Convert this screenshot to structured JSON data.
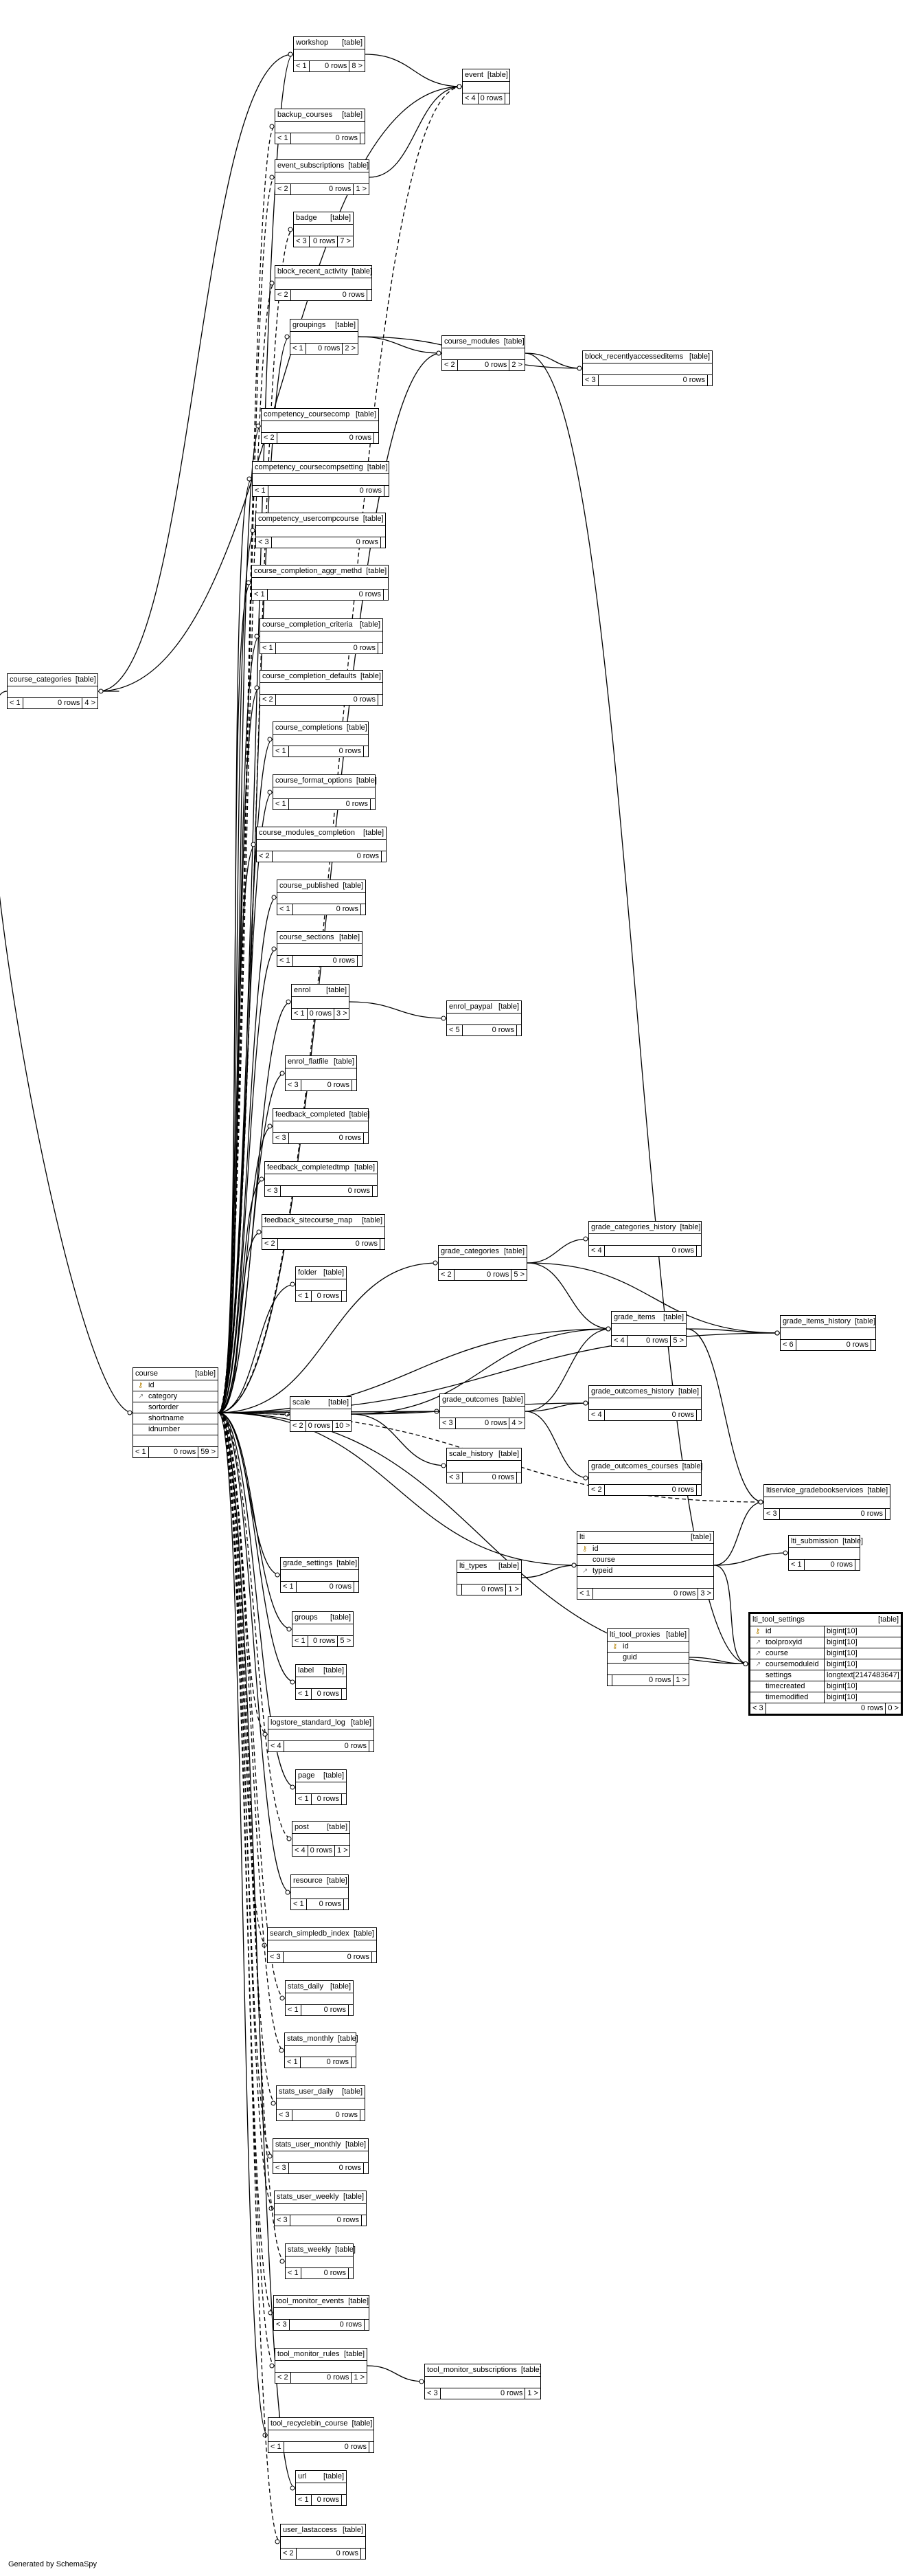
{
  "footer": "Generated by SchemaSpy",
  "table_tag": "[table]",
  "tables": [
    {
      "id": "workshop",
      "name": "workshop",
      "rows": "0 rows",
      "parents": "< 1",
      "children": "8 >"
    },
    {
      "id": "event",
      "name": "event",
      "rows": "0 rows",
      "parents": "< 4",
      "children": ""
    },
    {
      "id": "backup_courses",
      "name": "backup_courses",
      "rows": "0 rows",
      "parents": "< 1",
      "children": ""
    },
    {
      "id": "event_subscriptions",
      "name": "event_subscriptions",
      "rows": "0 rows",
      "parents": "< 2",
      "children": "1 >"
    },
    {
      "id": "badge",
      "name": "badge",
      "rows": "0 rows",
      "parents": "< 3",
      "children": "7 >"
    },
    {
      "id": "block_recent_activity",
      "name": "block_recent_activity",
      "rows": "0 rows",
      "parents": "< 2",
      "children": ""
    },
    {
      "id": "groupings",
      "name": "groupings",
      "rows": "0 rows",
      "parents": "< 1",
      "children": "2 >"
    },
    {
      "id": "course_modules",
      "name": "course_modules",
      "rows": "0 rows",
      "parents": "< 2",
      "children": "2 >"
    },
    {
      "id": "block_recentlyaccesseditems",
      "name": "block_recentlyaccesseditems",
      "rows": "0 rows",
      "parents": "< 3",
      "children": ""
    },
    {
      "id": "competency_coursecomp",
      "name": "competency_coursecomp",
      "rows": "0 rows",
      "parents": "< 2",
      "children": ""
    },
    {
      "id": "competency_coursecompsetting",
      "name": "competency_coursecompsetting",
      "rows": "0 rows",
      "parents": "< 1",
      "children": ""
    },
    {
      "id": "course_categories",
      "name": "course_categories",
      "rows": "0 rows",
      "parents": "< 1",
      "children": "4 >"
    },
    {
      "id": "competency_usercompcourse",
      "name": "competency_usercompcourse",
      "rows": "0 rows",
      "parents": "< 3",
      "children": ""
    },
    {
      "id": "course_completion_aggr_methd",
      "name": "course_completion_aggr_methd",
      "rows": "0 rows",
      "parents": "< 1",
      "children": ""
    },
    {
      "id": "course_completion_criteria",
      "name": "course_completion_criteria",
      "rows": "0 rows",
      "parents": "< 1",
      "children": ""
    },
    {
      "id": "course_completion_defaults",
      "name": "course_completion_defaults",
      "rows": "0 rows",
      "parents": "< 2",
      "children": ""
    },
    {
      "id": "course_completions",
      "name": "course_completions",
      "rows": "0 rows",
      "parents": "< 1",
      "children": ""
    },
    {
      "id": "course_format_options",
      "name": "course_format_options",
      "rows": "0 rows",
      "parents": "< 1",
      "children": ""
    },
    {
      "id": "course_modules_completion",
      "name": "course_modules_completion",
      "rows": "0 rows",
      "parents": "< 2",
      "children": ""
    },
    {
      "id": "course_published",
      "name": "course_published",
      "rows": "0 rows",
      "parents": "< 1",
      "children": ""
    },
    {
      "id": "course_sections",
      "name": "course_sections",
      "rows": "0 rows",
      "parents": "< 1",
      "children": ""
    },
    {
      "id": "enrol",
      "name": "enrol",
      "rows": "0 rows",
      "parents": "< 1",
      "children": "3 >"
    },
    {
      "id": "enrol_paypal",
      "name": "enrol_paypal",
      "rows": "0 rows",
      "parents": "< 5",
      "children": ""
    },
    {
      "id": "enrol_flatfile",
      "name": "enrol_flatfile",
      "rows": "0 rows",
      "parents": "< 3",
      "children": ""
    },
    {
      "id": "feedback_completed",
      "name": "feedback_completed",
      "rows": "0 rows",
      "parents": "< 3",
      "children": ""
    },
    {
      "id": "feedback_completedtmp",
      "name": "feedback_completedtmp",
      "rows": "0 rows",
      "parents": "< 3",
      "children": ""
    },
    {
      "id": "feedback_sitecourse_map",
      "name": "feedback_sitecourse_map",
      "rows": "0 rows",
      "parents": "< 2",
      "children": ""
    },
    {
      "id": "grade_categories",
      "name": "grade_categories",
      "rows": "0 rows",
      "parents": "< 2",
      "children": "5 >"
    },
    {
      "id": "grade_categories_history",
      "name": "grade_categories_history",
      "rows": "0 rows",
      "parents": "< 4",
      "children": ""
    },
    {
      "id": "folder",
      "name": "folder",
      "rows": "0 rows",
      "parents": "< 1",
      "children": ""
    },
    {
      "id": "grade_items",
      "name": "grade_items",
      "rows": "0 rows",
      "parents": "< 4",
      "children": "5 >"
    },
    {
      "id": "grade_items_history",
      "name": "grade_items_history",
      "rows": "0 rows",
      "parents": "< 6",
      "children": ""
    },
    {
      "id": "scale",
      "name": "scale",
      "rows": "0 rows",
      "parents": "< 2",
      "children": "10 >"
    },
    {
      "id": "grade_outcomes",
      "name": "grade_outcomes",
      "rows": "0 rows",
      "parents": "< 3",
      "children": "4 >"
    },
    {
      "id": "grade_outcomes_history",
      "name": "grade_outcomes_history",
      "rows": "0 rows",
      "parents": "< 4",
      "children": ""
    },
    {
      "id": "scale_history",
      "name": "scale_history",
      "rows": "0 rows",
      "parents": "< 3",
      "children": ""
    },
    {
      "id": "grade_outcomes_courses",
      "name": "grade_outcomes_courses",
      "rows": "0 rows",
      "parents": "< 2",
      "children": ""
    },
    {
      "id": "ltiservice_gradebookservices",
      "name": "ltiservice_gradebookservices",
      "rows": "0 rows",
      "parents": "< 3",
      "children": ""
    },
    {
      "id": "lti_submission",
      "name": "lti_submission",
      "rows": "0 rows",
      "parents": "< 1",
      "children": ""
    },
    {
      "id": "grade_settings",
      "name": "grade_settings",
      "rows": "0 rows",
      "parents": "< 1",
      "children": ""
    },
    {
      "id": "lti_types",
      "name": "lti_types",
      "rows": "0 rows",
      "parents": "",
      "children": "1 >"
    },
    {
      "id": "groups",
      "name": "groups",
      "rows": "0 rows",
      "parents": "< 1",
      "children": "5 >"
    },
    {
      "id": "lti_tool_proxies",
      "name": "lti_tool_proxies",
      "rows": "0 rows",
      "parents": "",
      "children": "1 >"
    },
    {
      "id": "label",
      "name": "label",
      "rows": "0 rows",
      "parents": "< 1",
      "children": ""
    },
    {
      "id": "logstore_standard_log",
      "name": "logstore_standard_log",
      "rows": "0 rows",
      "parents": "< 4",
      "children": ""
    },
    {
      "id": "page",
      "name": "page",
      "rows": "0 rows",
      "parents": "< 1",
      "children": ""
    },
    {
      "id": "post",
      "name": "post",
      "rows": "0 rows",
      "parents": "< 4",
      "children": "1 >"
    },
    {
      "id": "resource",
      "name": "resource",
      "rows": "0 rows",
      "parents": "< 1",
      "children": ""
    },
    {
      "id": "search_simpledb_index",
      "name": "search_simpledb_index",
      "rows": "0 rows",
      "parents": "< 3",
      "children": ""
    },
    {
      "id": "stats_daily",
      "name": "stats_daily",
      "rows": "0 rows",
      "parents": "< 1",
      "children": ""
    },
    {
      "id": "stats_monthly",
      "name": "stats_monthly",
      "rows": "0 rows",
      "parents": "< 1",
      "children": ""
    },
    {
      "id": "stats_user_daily",
      "name": "stats_user_daily",
      "rows": "0 rows",
      "parents": "< 3",
      "children": ""
    },
    {
      "id": "stats_user_monthly",
      "name": "stats_user_monthly",
      "rows": "0 rows",
      "parents": "< 3",
      "children": ""
    },
    {
      "id": "stats_user_weekly",
      "name": "stats_user_weekly",
      "rows": "0 rows",
      "parents": "< 3",
      "children": ""
    },
    {
      "id": "stats_weekly",
      "name": "stats_weekly",
      "rows": "0 rows",
      "parents": "< 1",
      "children": ""
    },
    {
      "id": "tool_monitor_events",
      "name": "tool_monitor_events",
      "rows": "0 rows",
      "parents": "< 3",
      "children": ""
    },
    {
      "id": "tool_monitor_rules",
      "name": "tool_monitor_rules",
      "rows": "0 rows",
      "parents": "< 2",
      "children": "1 >"
    },
    {
      "id": "tool_monitor_subscriptions",
      "name": "tool_monitor_subscriptions",
      "rows": "0 rows",
      "parents": "< 3",
      "children": "1 >"
    },
    {
      "id": "tool_recyclebin_course",
      "name": "tool_recyclebin_course",
      "rows": "0 rows",
      "parents": "< 1",
      "children": ""
    },
    {
      "id": "url",
      "name": "url",
      "rows": "0 rows",
      "parents": "< 1",
      "children": ""
    },
    {
      "id": "user_lastaccess",
      "name": "user_lastaccess",
      "rows": "0 rows",
      "parents": "< 2",
      "children": ""
    }
  ],
  "detailed": {
    "course": {
      "name": "course",
      "rows": "0 rows",
      "parents": "< 1",
      "children": "59 >",
      "columns": [
        {
          "name": "id",
          "key": "pk"
        },
        {
          "name": "category",
          "key": "fk"
        },
        {
          "name": "sortorder",
          "key": ""
        },
        {
          "name": "shortname",
          "key": ""
        },
        {
          "name": "idnumber",
          "key": ""
        }
      ]
    },
    "lti": {
      "name": "lti",
      "rows": "0 rows",
      "parents": "< 1",
      "children": "3 >",
      "columns": [
        {
          "name": "id",
          "key": "pk"
        },
        {
          "name": "course",
          "key": ""
        },
        {
          "name": "typeid",
          "key": "fk"
        }
      ]
    },
    "lti_tool_proxies": {
      "name": "lti_tool_proxies",
      "rows": "0 rows",
      "parents": "",
      "children": "1 >",
      "columns": [
        {
          "name": "id",
          "key": "pk"
        },
        {
          "name": "guid",
          "key": ""
        }
      ]
    },
    "lti_tool_settings": {
      "name": "lti_tool_settings",
      "rows": "0 rows",
      "parents": "< 3",
      "children": "0 >",
      "columns": [
        {
          "name": "id",
          "type": "bigint[10]",
          "key": "pk"
        },
        {
          "name": "toolproxyid",
          "type": "bigint[10]",
          "key": "fk"
        },
        {
          "name": "course",
          "type": "bigint[10]",
          "key": "fk"
        },
        {
          "name": "coursemoduleid",
          "type": "bigint[10]",
          "key": "fk"
        },
        {
          "name": "settings",
          "type": "longtext[2147483647]",
          "key": ""
        },
        {
          "name": "timecreated",
          "type": "bigint[10]",
          "key": ""
        },
        {
          "name": "timemodified",
          "type": "bigint[10]",
          "key": ""
        }
      ]
    }
  }
}
